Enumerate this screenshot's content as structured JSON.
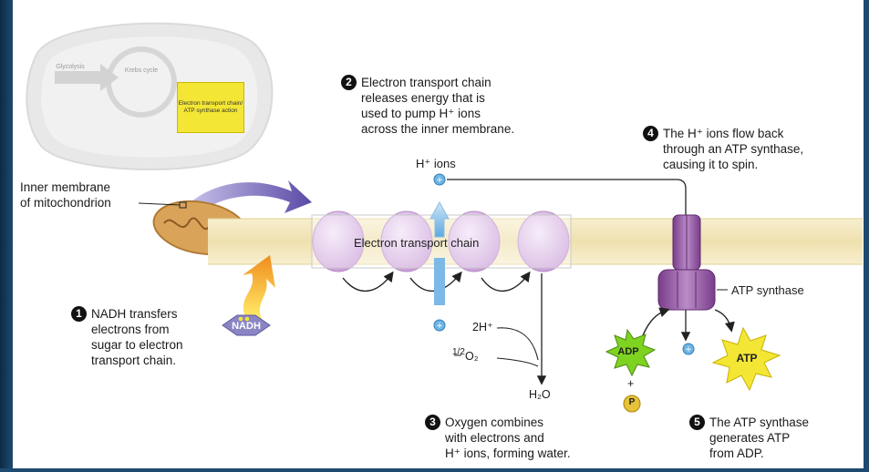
{
  "overview": {
    "glycolysis": "Glycolysis",
    "krebs": "Krebs cycle",
    "highlight": "Electron transport chain/ ATP synthase action"
  },
  "membrane_label": [
    "Inner membrane",
    "of mitochondrion"
  ],
  "etc_label": "Electron transport chain",
  "atp_synthase_label": "ATP synthase",
  "h_ions_label": "H⁺ ions",
  "chemistry": {
    "two_h": "2H⁺",
    "half": "1/2",
    "o2": "O₂",
    "water": "H₂O",
    "plus": "+"
  },
  "molecules": {
    "nadh": "NADH",
    "adp": "ADP",
    "atp": "ATP",
    "p": "P"
  },
  "steps": [
    {
      "num": "1",
      "lines": [
        "NADH transfers",
        "electrons from",
        "sugar to electron",
        "transport chain."
      ]
    },
    {
      "num": "2",
      "lines": [
        "Electron transport chain",
        "releases energy that is",
        "used to pump H⁺ ions",
        "across the inner membrane."
      ]
    },
    {
      "num": "3",
      "lines": [
        "Oxygen combines",
        "with electrons and",
        "H⁺ ions, forming water."
      ]
    },
    {
      "num": "4",
      "lines": [
        "The H⁺ ions flow back",
        "through an ATP synthase,",
        "causing it to spin."
      ]
    },
    {
      "num": "5",
      "lines": [
        "The ATP synthase",
        "generates ATP",
        "from ADP."
      ]
    }
  ],
  "colors": {
    "membrane": "#f2e3b4",
    "protein": "#d9b8e6",
    "synthase": "#9b5aa8",
    "ion": "#6fb3e3",
    "adp": "#7ed321",
    "atp": "#f3e634",
    "arrow_purple": "#7e6bb5",
    "arrow_orange": "#f5a623"
  }
}
